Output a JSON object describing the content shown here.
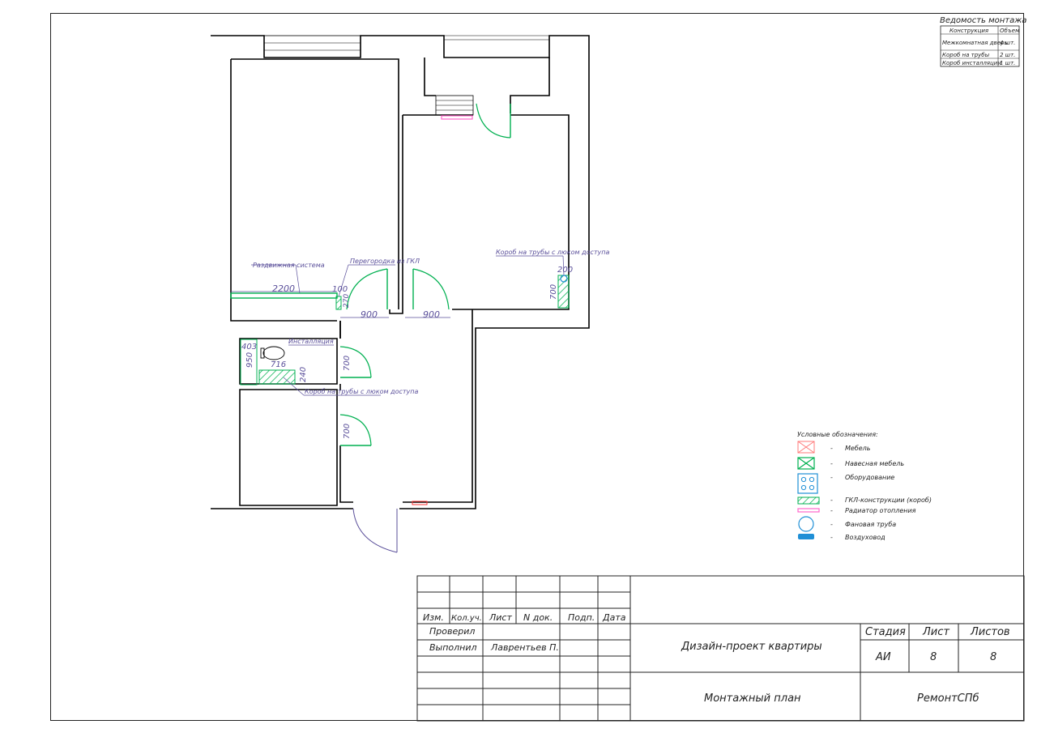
{
  "schedule": {
    "title": "Ведомость монтажа",
    "headers": [
      "Конструкция",
      "Объем"
    ],
    "rows": [
      [
        "Межкомнатная дверь",
        "4 шт."
      ],
      [
        "Короб на трубы",
        "2 шт."
      ],
      [
        "Короб инсталляции",
        "1 шт."
      ]
    ]
  },
  "plan": {
    "labels": {
      "sliding_system": "Раздвижная система",
      "partition": "Перегородка из ГКЛ",
      "pipe_box_top": "Короб на трубы с люком доступа",
      "installation": "Инсталляция",
      "pipe_box_bottom": "Короб на трубы с люком доступа"
    },
    "dims": {
      "d2200": "2200",
      "d100": "100",
      "d270": "270",
      "d900a": "900",
      "d900b": "900",
      "d200": "200",
      "d700a": "700",
      "d403": "403",
      "d950": "950",
      "d716": "716",
      "d240": "240",
      "d700b": "700",
      "d700c": "700"
    }
  },
  "legend": {
    "title": "Условные обозначения:",
    "dash": "-",
    "items": [
      {
        "icon": "furniture-icon",
        "label": "Мебель"
      },
      {
        "icon": "wall-furniture-icon",
        "label": "Навесная мебель"
      },
      {
        "icon": "equipment-icon",
        "label": "Оборудование"
      },
      {
        "icon": "gkl-hatch-icon",
        "label": "ГКЛ-конструкции (короб)"
      },
      {
        "icon": "radiator-icon",
        "label": "Радиатор отопления"
      },
      {
        "icon": "pipe-circle-icon",
        "label": "Фановая труба"
      },
      {
        "icon": "duct-icon",
        "label": "Воздуховод"
      }
    ],
    "colors": {
      "furniture": "#ff7a7a",
      "wall_furniture": "#00b050",
      "equipment": "#1f8fd6",
      "gkl": "#00b050",
      "radiator": "#ff66cc",
      "pipe": "#1f8fd6"
    }
  },
  "title_block": {
    "col_headers": [
      "Изм.",
      "Кол.уч.",
      "Лист",
      "N док.",
      "Подп.",
      "Дата"
    ],
    "checked": "Проверил",
    "performed": "Выполнил",
    "performer": "Лаврентьев П.",
    "project": "Дизайн-проект квартиры",
    "sheet_name": "Монтажный план",
    "company": "РемонтСПб",
    "stage_header": "Стадия",
    "sheet_header": "Лист",
    "sheets_header": "Листов",
    "stage": "АИ",
    "sheet": "8",
    "sheets": "8"
  }
}
